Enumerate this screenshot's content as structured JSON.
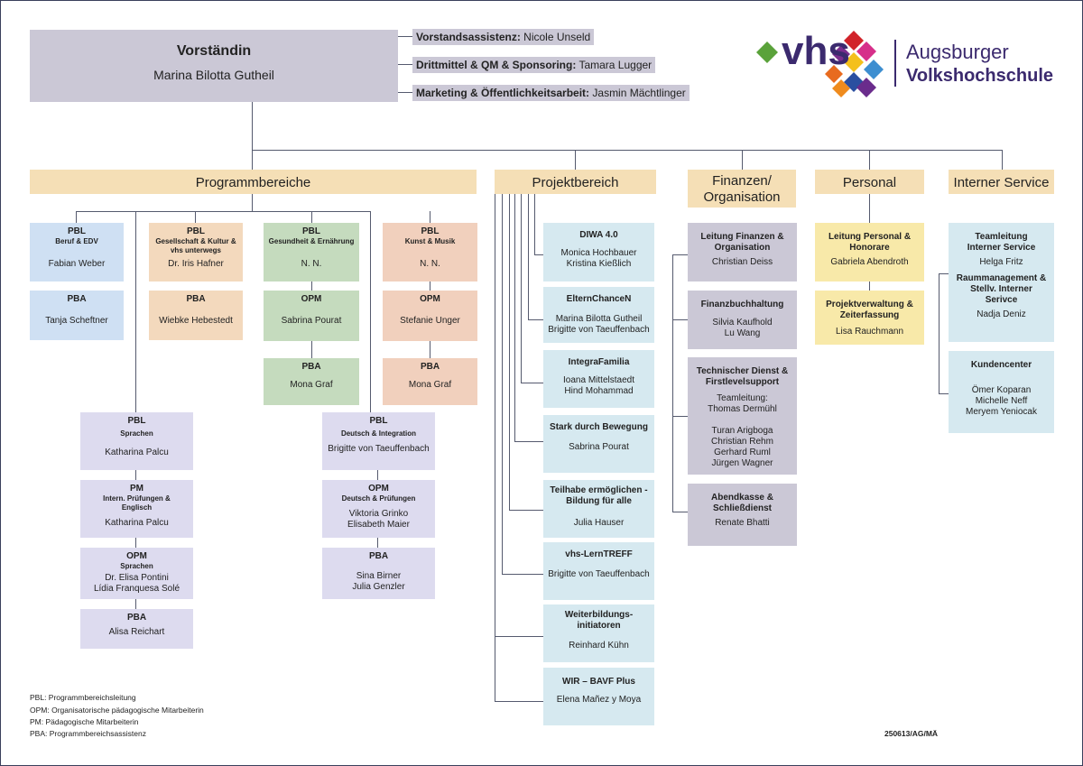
{
  "board": {
    "title": "Vorständin",
    "name": "Marina Bilotta Gutheil"
  },
  "staff": [
    {
      "role": "Vorstandsassistenz:",
      "name": "Nicole Unseld"
    },
    {
      "role": "Drittmittel & QM & Sponsoring:",
      "name": "Tamara Lugger"
    },
    {
      "role": "Marketing & Öffentlichkeitsarbeit:",
      "name": "Jasmin Mächtlinger"
    }
  ],
  "logo": {
    "short": "vhs",
    "line1": "Augsburger",
    "line2": "Volkshochschule"
  },
  "headers": {
    "programm": "Programmbereiche",
    "projekt": "Projektbereich",
    "finanzen": "Finanzen/\nOrganisation",
    "personal": "Personal",
    "service": "Interner Service"
  },
  "programm": {
    "beruf": {
      "title": "PBL",
      "sub": "Beruf & EDV",
      "name": "Fabian Weber"
    },
    "beruf_pba": {
      "title": "PBA",
      "name": "Tanja Scheftner"
    },
    "gesellschaft": {
      "title": "PBL",
      "sub": "Gesellschaft & Kultur &\nvhs unterwegs",
      "name": "Dr. Iris Hafner"
    },
    "gesellschaft_pba": {
      "title": "PBA",
      "name": "Wiebke Hebestedt"
    },
    "gesundheit": {
      "title": "PBL",
      "sub": "Gesundheit & Ernährung",
      "name": "N. N."
    },
    "gesundheit_opm": {
      "title": "OPM",
      "name": "Sabrina Pourat"
    },
    "gesundheit_pba": {
      "title": "PBA",
      "name": "Mona Graf"
    },
    "kunst": {
      "title": "PBL",
      "sub": "Kunst & Musik",
      "name": "N. N."
    },
    "kunst_opm": {
      "title": "OPM",
      "name": "Stefanie Unger"
    },
    "kunst_pba": {
      "title": "PBA",
      "name": "Mona Graf"
    },
    "sprachen": {
      "title": "PBL",
      "sub": "Sprachen",
      "name": "Katharina Palcu"
    },
    "sprachen_pm": {
      "title": "PM",
      "sub": "Intern. Prüfungen &\nEnglisch",
      "name": "Katharina Palcu"
    },
    "sprachen_opm": {
      "title": "OPM",
      "sub": "Sprachen",
      "name": "Dr. Elisa Pontini\nLídia Franquesa Solé"
    },
    "sprachen_pba": {
      "title": "PBA",
      "name": "Alisa Reichart"
    },
    "deutsch": {
      "title": "PBL",
      "sub": "Deutsch & Integration",
      "name": "Brigitte von Taeuffenbach"
    },
    "deutsch_opm": {
      "title": "OPM",
      "sub": "Deutsch & Prüfungen",
      "name": "Viktoria Grinko\nElisabeth Maier"
    },
    "deutsch_pba": {
      "title": "PBA",
      "name": "Sina Birner\nJulia Genzler"
    }
  },
  "projekte": [
    {
      "title": "DIWA 4.0",
      "name": "Monica Hochbauer\nKristina Kießlich"
    },
    {
      "title": "ElternChanceN",
      "name": "Marina Bilotta Gutheil\nBrigitte von Taeuffenbach"
    },
    {
      "title": "IntegraFamilia",
      "name": "Ioana Mittelstaedt\nHind Mohammad"
    },
    {
      "title": "Stark durch Bewegung",
      "name": "Sabrina Pourat"
    },
    {
      "title": "Teilhabe ermöglichen -\nBildung für alle",
      "name": "Julia Hauser"
    },
    {
      "title": "vhs-LernTREFF",
      "name": "Brigitte von Taeuffenbach"
    },
    {
      "title": "Weiterbildungs-\ninitiatoren",
      "name": "Reinhard Kühn"
    },
    {
      "title": "WIR – BAVF Plus",
      "name": "Elena Mañez y Moya"
    }
  ],
  "finanzen": [
    {
      "title": "Leitung Finanzen &\nOrganisation",
      "name": "Christian Deiss"
    },
    {
      "title": "Finanzbuchhaltung",
      "name": "Silvia Kaufhold\nLu Wang"
    },
    {
      "title": "Technischer Dienst &\nFirstlevelsupport",
      "name": "Teamleitung:\nThomas Dermühl\n\nTuran Arigboga\nChristian Rehm\nGerhard Ruml\nJürgen Wagner"
    },
    {
      "title": "Abendkasse &\nSchließdienst",
      "name": "Renate Bhatti"
    }
  ],
  "personal": [
    {
      "title": "Leitung Personal &\nHonorare",
      "name": "Gabriela Abendroth"
    },
    {
      "title": "Projektverwaltung &\nZeiterfassung",
      "name": "Lisa Rauchmann"
    }
  ],
  "service": [
    {
      "title": "Teamleitung\nInterner Service",
      "name": "Helga Fritz",
      "title2": "Raummanagement &\nStellv. Interner\nSerivce",
      "name2": "Nadja Deniz"
    },
    {
      "title": "Kundencenter",
      "name": "Ömer Koparan\nMichelle Neff\nMeryem Yeniocak"
    }
  ],
  "legend": [
    "PBL: Programmbereichsleitung",
    "OPM: Organisatorische pädagogische Mitarbeiterin",
    "PM: Pädagogische Mitarbeiterin",
    "PBA: Programmbereichsassistenz"
  ],
  "doc_code": "250613/AG/MÄ",
  "colors": {
    "board": "#cbc8d6",
    "header": "#f5dfb6",
    "brand_purple": "#3b2a6e"
  }
}
